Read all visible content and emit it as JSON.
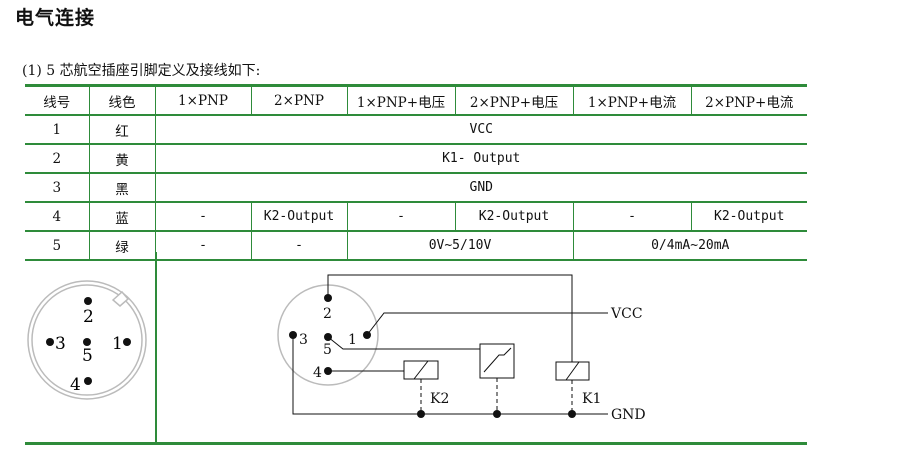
{
  "title": "电气连接",
  "subtitle": "(1) 5 芯航空插座引脚定义及接线如下:",
  "table": {
    "headers": [
      "线号",
      "线色",
      "1×PNP",
      "2×PNP",
      "1×PNP+电压",
      "2×PNP+电压",
      "1×PNP+电流",
      "2×PNP+电流"
    ],
    "rows": [
      {
        "no": "1",
        "color": "红",
        "cells": [
          "VCC"
        ]
      },
      {
        "no": "2",
        "color": "黄",
        "cells": [
          "K1- Output"
        ]
      },
      {
        "no": "3",
        "color": "黑",
        "cells": [
          "GND"
        ]
      },
      {
        "no": "4",
        "color": "蓝",
        "cells": [
          "-",
          "K2-Output",
          "-",
          "K2-Output",
          "-",
          "K2-Output"
        ]
      },
      {
        "no": "5",
        "color": "绿",
        "cells": [
          "-",
          "-",
          "0V~5/10V",
          "0/4mA~20mA"
        ]
      }
    ]
  },
  "connector_front": {
    "pins": [
      "2",
      "3",
      "5",
      "1",
      "4"
    ]
  },
  "wiring": {
    "pins": [
      "2",
      "3",
      "1",
      "5",
      "4"
    ],
    "labels": {
      "vcc": "VCC",
      "gnd": "GND",
      "k1": "K1",
      "k2": "K2"
    }
  }
}
